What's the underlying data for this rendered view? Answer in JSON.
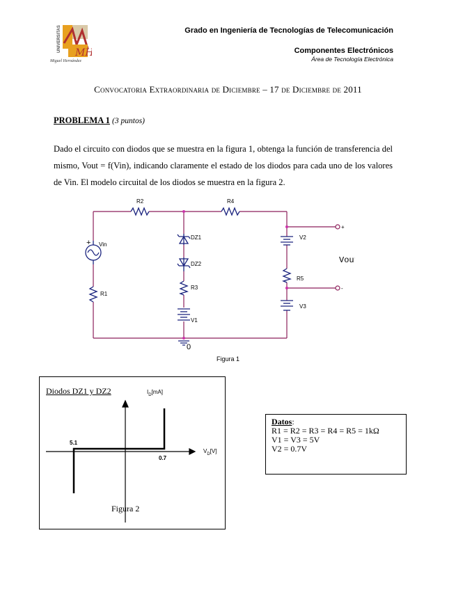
{
  "header": {
    "logo_text": "UNIVERSITAS",
    "logo_caption": "Miguel Hernández",
    "program": "Grado en Ingeniería de Tecnologías de Telecomunicación",
    "course": "Componentes Electrónicos",
    "area": "Área de Tecnología Electrónica"
  },
  "exam_title": "Convocatoria Extraordinaria de Diciembre – 17 de Diciembre de 2011",
  "problem": {
    "title": "PROBLEMA 1",
    "points": "(3 puntos)",
    "statement": "Dado el circuito con diodos que se muestra en la figura 1, obtenga la función de transferencia del mismo, Vout = f(Vin), indicando claramente el estado de los diodos para cada uno de los valores de Vin. El modelo circuital de los diodos se muestra en la figura 2."
  },
  "figure1": {
    "caption": "Figura 1",
    "labels": {
      "r2": "R2",
      "r4": "R4",
      "vin": "Vin",
      "r1": "R1",
      "dz1": "DZ1",
      "dz2": "DZ2",
      "r3": "R3",
      "v1": "V1",
      "v2": "V2",
      "r5": "R5",
      "v3": "V3",
      "ground": "0",
      "vout": "Vout",
      "plus": "+",
      "minus": "-"
    }
  },
  "figure2": {
    "title": "Diodos DZ1 y DZ2",
    "caption": "Figura 2",
    "y_axis_label": "I",
    "y_axis_sub": "D",
    "y_axis_unit": "[mA]",
    "x_axis_label": "V",
    "x_axis_sub": "D",
    "x_axis_unit": "[V]",
    "tick_neg": "5.1",
    "tick_pos": "0.7"
  },
  "datos": {
    "title": "Datos",
    "line1": "R1 = R2 = R3 = R4 = R5 = 1kΩ",
    "line2": "V1 = V3 = 5V",
    "line3": "V2 = 0.7V"
  }
}
